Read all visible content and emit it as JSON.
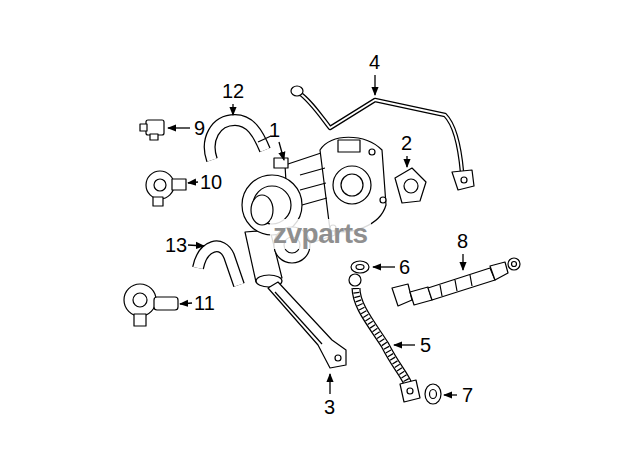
{
  "diagram": {
    "labels": [
      "1",
      "2",
      "3",
      "4",
      "5",
      "6",
      "7",
      "8",
      "9",
      "10",
      "11",
      "12",
      "13",
      "zvparts"
    ]
  }
}
